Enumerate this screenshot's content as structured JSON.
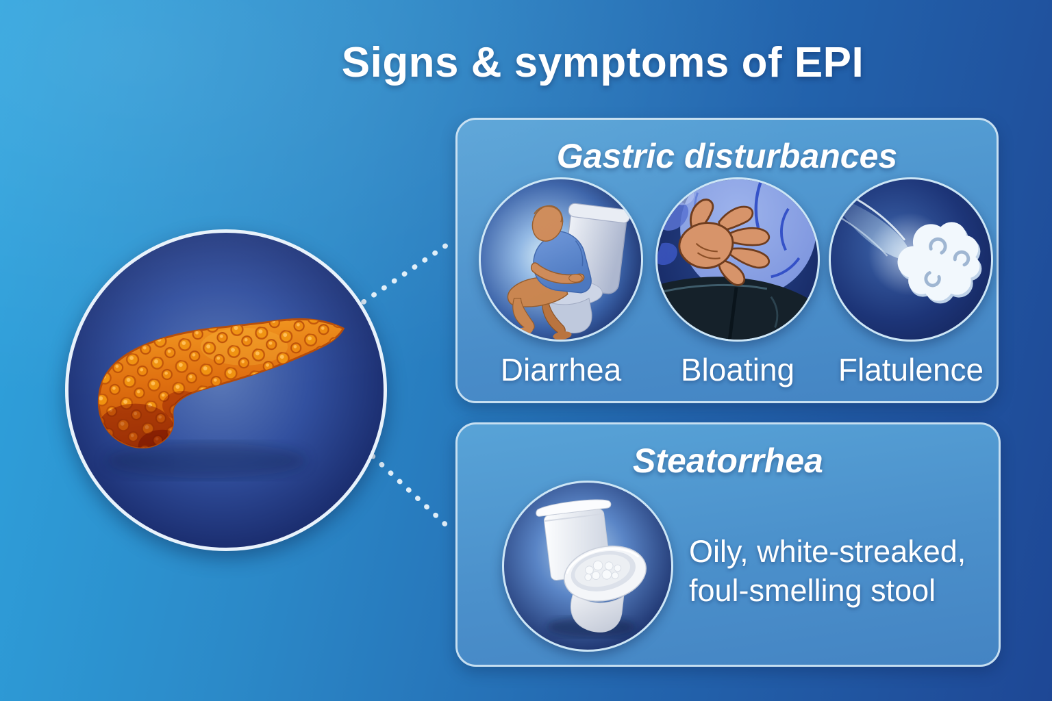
{
  "title": "Signs & symptoms of EPI",
  "pancreas": {
    "icon": "pancreas-illustration"
  },
  "panels": {
    "gastric": {
      "title": "Gastric disturbances",
      "symptoms": [
        {
          "label": "Diarrhea",
          "icon": "person-on-toilet-icon"
        },
        {
          "label": "Bloating",
          "icon": "hand-on-bloated-belly-icon"
        },
        {
          "label": "Flatulence",
          "icon": "gas-cloud-icon"
        }
      ]
    },
    "steatorrhea": {
      "title": "Steatorrhea",
      "icon": "toilet-with-stool-icon",
      "description": "Oily, white-streaked, foul-smelling stool",
      "description_line1": "Oily, white-streaked,",
      "description_line2": "foul-smelling stool"
    }
  },
  "colors": {
    "background_left": "#2FA4DE",
    "background_right": "#1E4795",
    "panel_fill": "#4B90CB",
    "panel_border": "#C6DFF1",
    "circle_navy": "#13234F",
    "pancreas_orange": "#E8820F",
    "text": "#FFFFFF"
  }
}
